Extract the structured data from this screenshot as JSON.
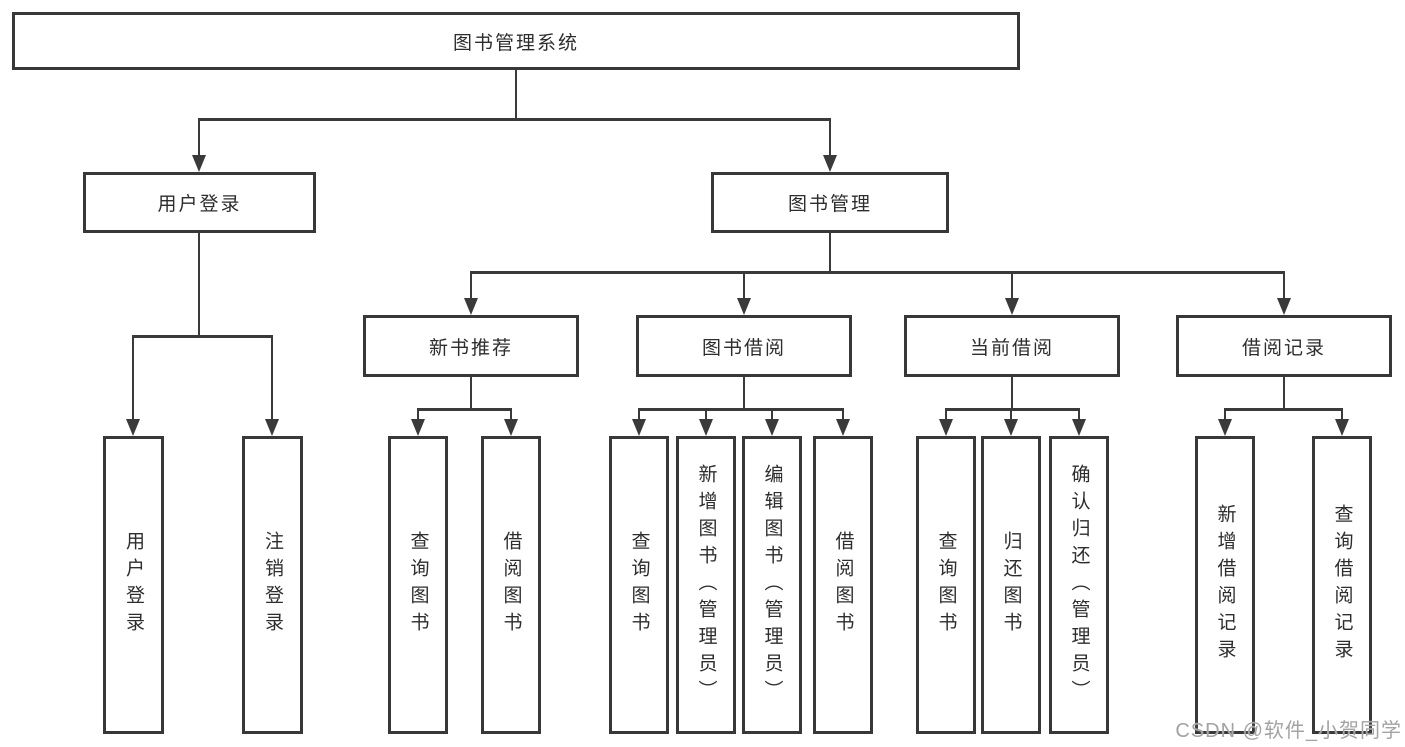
{
  "diagram_title": "图书管理系统",
  "colors": {
    "line": "#3a3a3a",
    "box_border": "#383838",
    "box_fill": "#ffffff",
    "text": "#2d2d2d",
    "watermark": "#a3a3a3"
  },
  "watermark": {
    "text": "CSDN @软件_小贺同学"
  },
  "tree": {
    "label": "图书管理系统",
    "children": [
      {
        "label": "用户登录",
        "children": [
          {
            "label": "用户登录"
          },
          {
            "label": "注销登录"
          }
        ]
      },
      {
        "label": "图书管理",
        "children": [
          {
            "label": "新书推荐",
            "children": [
              {
                "label": "查询图书"
              },
              {
                "label": "借阅图书"
              }
            ]
          },
          {
            "label": "图书借阅",
            "children": [
              {
                "label": "查询图书"
              },
              {
                "label": "新增图书（管理员）"
              },
              {
                "label": "编辑图书（管理员）"
              },
              {
                "label": "借阅图书"
              }
            ]
          },
          {
            "label": "当前借阅",
            "children": [
              {
                "label": "查询图书"
              },
              {
                "label": "归还图书"
              },
              {
                "label": "确认归还（管理员）"
              }
            ]
          },
          {
            "label": "借阅记录",
            "children": [
              {
                "label": "新增借阅记录"
              },
              {
                "label": "查询借阅记录"
              }
            ]
          }
        ]
      }
    ]
  }
}
